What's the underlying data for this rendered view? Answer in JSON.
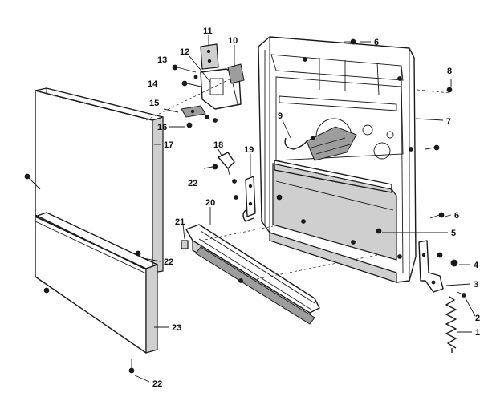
{
  "diagram": {
    "type": "exploded-parts-view",
    "callouts": {
      "c1": "1",
      "c2": "2",
      "c3": "3",
      "c4": "4",
      "c5": "5",
      "c6a": "6",
      "c6b": "6",
      "c7": "7",
      "c8": "8",
      "c9": "9",
      "c10": "10",
      "c11": "11",
      "c12": "12",
      "c13": "13",
      "c14": "14",
      "c15": "15",
      "c16": "16",
      "c17": "17",
      "c18": "18",
      "c19": "19",
      "c20": "20",
      "c21": "21",
      "c22a": "22",
      "c22b": "22",
      "c22c": "22",
      "c23": "23"
    }
  }
}
